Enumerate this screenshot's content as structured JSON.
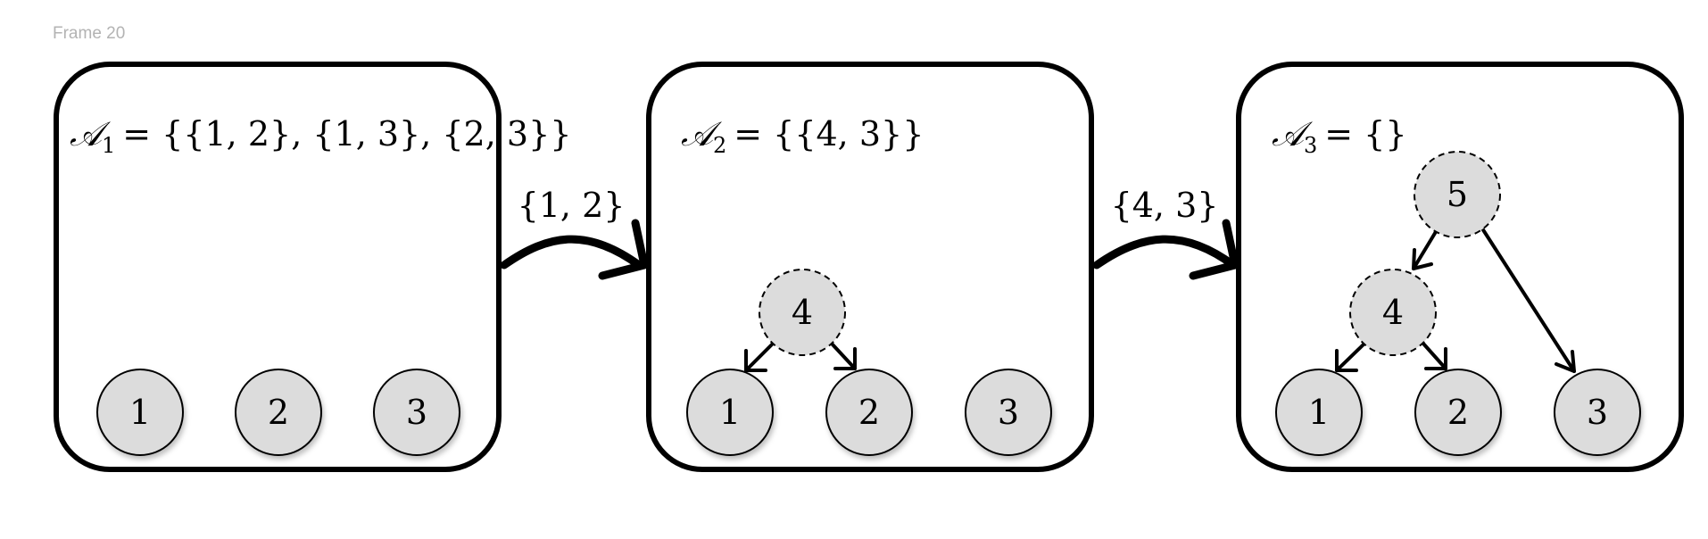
{
  "frame": {
    "label": "Frame 20"
  },
  "panels": [
    {
      "set_symbol": "𝒜",
      "set_index": "1",
      "set_value": "= {{1, 2}, {1, 3}, {2, 3}}",
      "nodes": {
        "n1": "1",
        "n2": "2",
        "n3": "3"
      }
    },
    {
      "set_symbol": "𝒜",
      "set_index": "2",
      "set_value": "= {{4, 3}}",
      "nodes": {
        "n1": "1",
        "n2": "2",
        "n3": "3",
        "n4": "4"
      }
    },
    {
      "set_symbol": "𝒜",
      "set_index": "3",
      "set_value": "= {}",
      "nodes": {
        "n1": "1",
        "n2": "2",
        "n3": "3",
        "n4": "4",
        "n5": "5"
      }
    }
  ],
  "transitions": [
    {
      "label": "{1, 2}"
    },
    {
      "label": "{4, 3}"
    }
  ],
  "colors": {
    "node_fill": "#dcdcdc",
    "stroke": "#000000",
    "frame_label": "#b3b3b3"
  }
}
